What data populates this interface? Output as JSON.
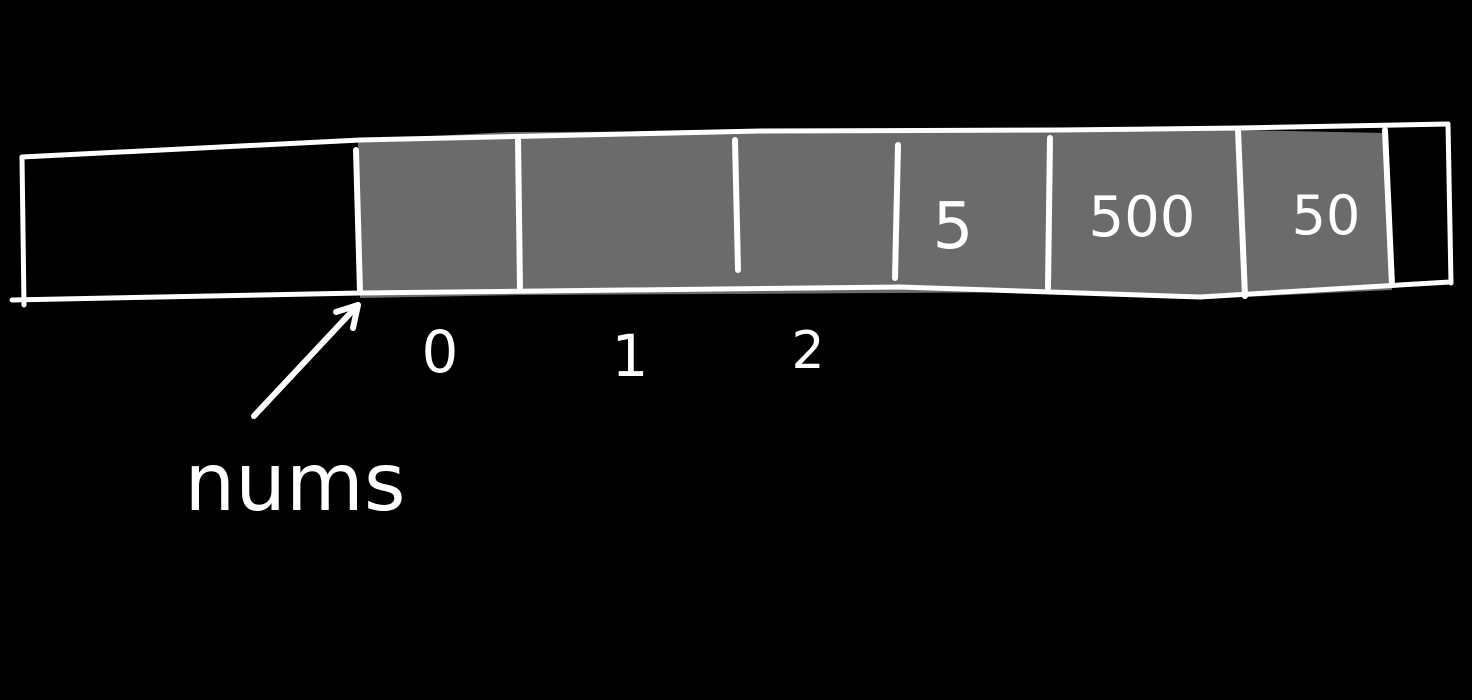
{
  "diagram": {
    "colors": {
      "background": "#000000",
      "stroke": "#ffffff",
      "filled_cell": "#6b6b6b"
    },
    "cell_values": [
      "",
      "",
      "",
      "5",
      "500",
      "50"
    ],
    "index_labels": [
      "0",
      "1",
      "2"
    ],
    "pointer": {
      "label": "nums"
    }
  }
}
